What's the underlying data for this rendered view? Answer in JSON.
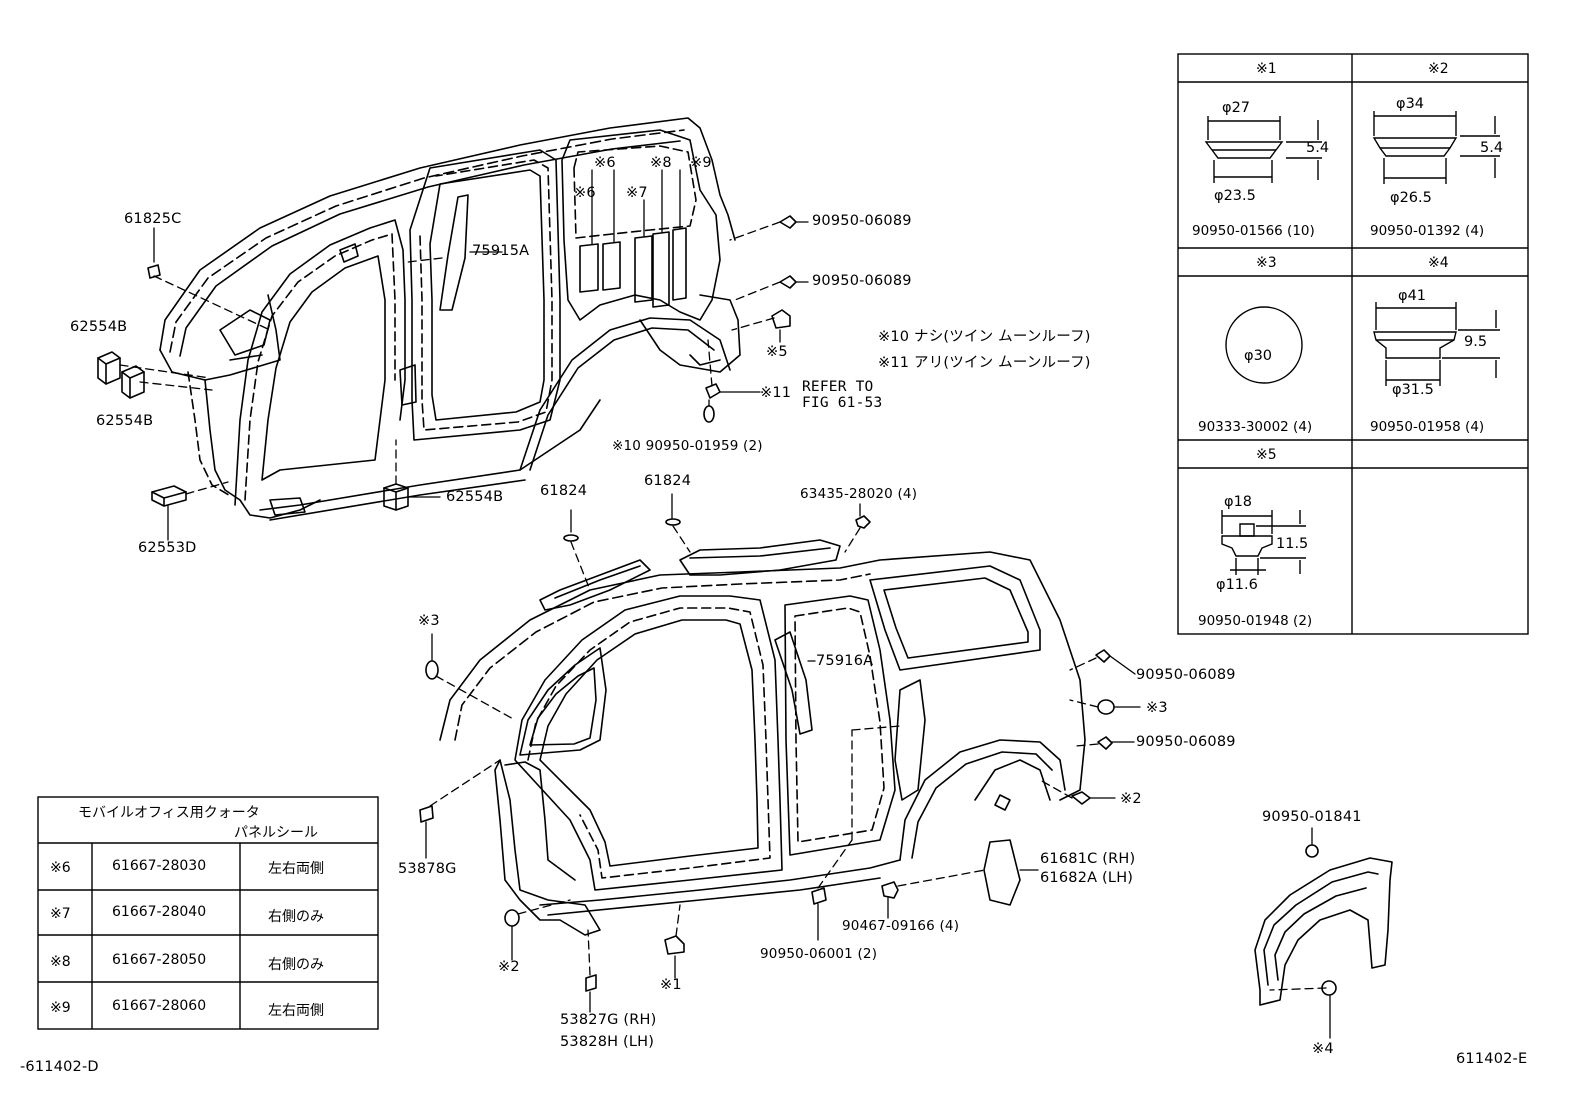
{
  "diagram": {
    "footer_left": "-611402-D",
    "footer_right": "611402-E",
    "upper_labels": {
      "p61825C": "61825C",
      "p62554B_a": "62554B",
      "p62554B_b": "62554B",
      "p62554B_c": "62554B",
      "p62553D": "62553D",
      "p75915A": "75915A",
      "s6a": "※6",
      "s6b": "※6",
      "s7": "※7",
      "s8": "※8",
      "s9": "※9",
      "p90950_06089_a": "90950-06089",
      "p90950_06089_b": "90950-06089",
      "s5": "※5",
      "s11": "※11",
      "refer": "REFER TO",
      "fig": "FIG 61-53",
      "s10_part": "※10 90950-01959 (2)",
      "note10": "※10 ナシ(ツイン ムーンルーフ)",
      "note11": "※11 アリ(ツイン ムーンルーフ)"
    },
    "lower_labels": {
      "p61824_a": "61824",
      "p61824_b": "61824",
      "p63435": "63435-28020 (4)",
      "p75916A": "75916A",
      "s3a": "※3",
      "s3b": "※3",
      "p53878G": "53878G",
      "p90950_06089_c": "90950-06089",
      "p90950_06089_d": "90950-06089",
      "s2a": "※2",
      "s2b": "※2",
      "p61681C": "61681C (RH)",
      "p61682A": "61682A (LH)",
      "p90467": "90467-09166 (4)",
      "p90950_06001": "90950-06001 (2)",
      "s1": "※1",
      "p53827G": "53827G (RH)",
      "p53828H": "53828H (LH)",
      "p90950_01841": "90950-01841",
      "s4": "※4"
    }
  },
  "spec_table": {
    "cells": [
      {
        "hdr": "※1",
        "d1": "φ27",
        "d2": "5.4",
        "d3": "φ23.5",
        "part": "90950-01566 (10)"
      },
      {
        "hdr": "※2",
        "d1": "φ34",
        "d2": "5.4",
        "d3": "φ26.5",
        "part": "90950-01392 (4)"
      },
      {
        "hdr": "※3",
        "d1": "φ30",
        "part": "90333-30002 (4)"
      },
      {
        "hdr": "※4",
        "d1": "φ41",
        "d2": "9.5",
        "d3": "φ31.5",
        "part": "90950-01958 (4)"
      },
      {
        "hdr": "※5",
        "d1": "φ18",
        "d2": "11.5",
        "d3": "φ11.6",
        "part": "90950-01948 (2)"
      }
    ]
  },
  "mobile_table": {
    "title1": "モバイルオフィス用クォータ",
    "title2": "パネルシール",
    "rows": [
      {
        "mark": "※6",
        "part": "61667-28030",
        "side": "左右両側"
      },
      {
        "mark": "※7",
        "part": "61667-28040",
        "side": "右側のみ"
      },
      {
        "mark": "※8",
        "part": "61667-28050",
        "side": "右側のみ"
      },
      {
        "mark": "※9",
        "part": "61667-28060",
        "side": "左右両側"
      }
    ]
  }
}
